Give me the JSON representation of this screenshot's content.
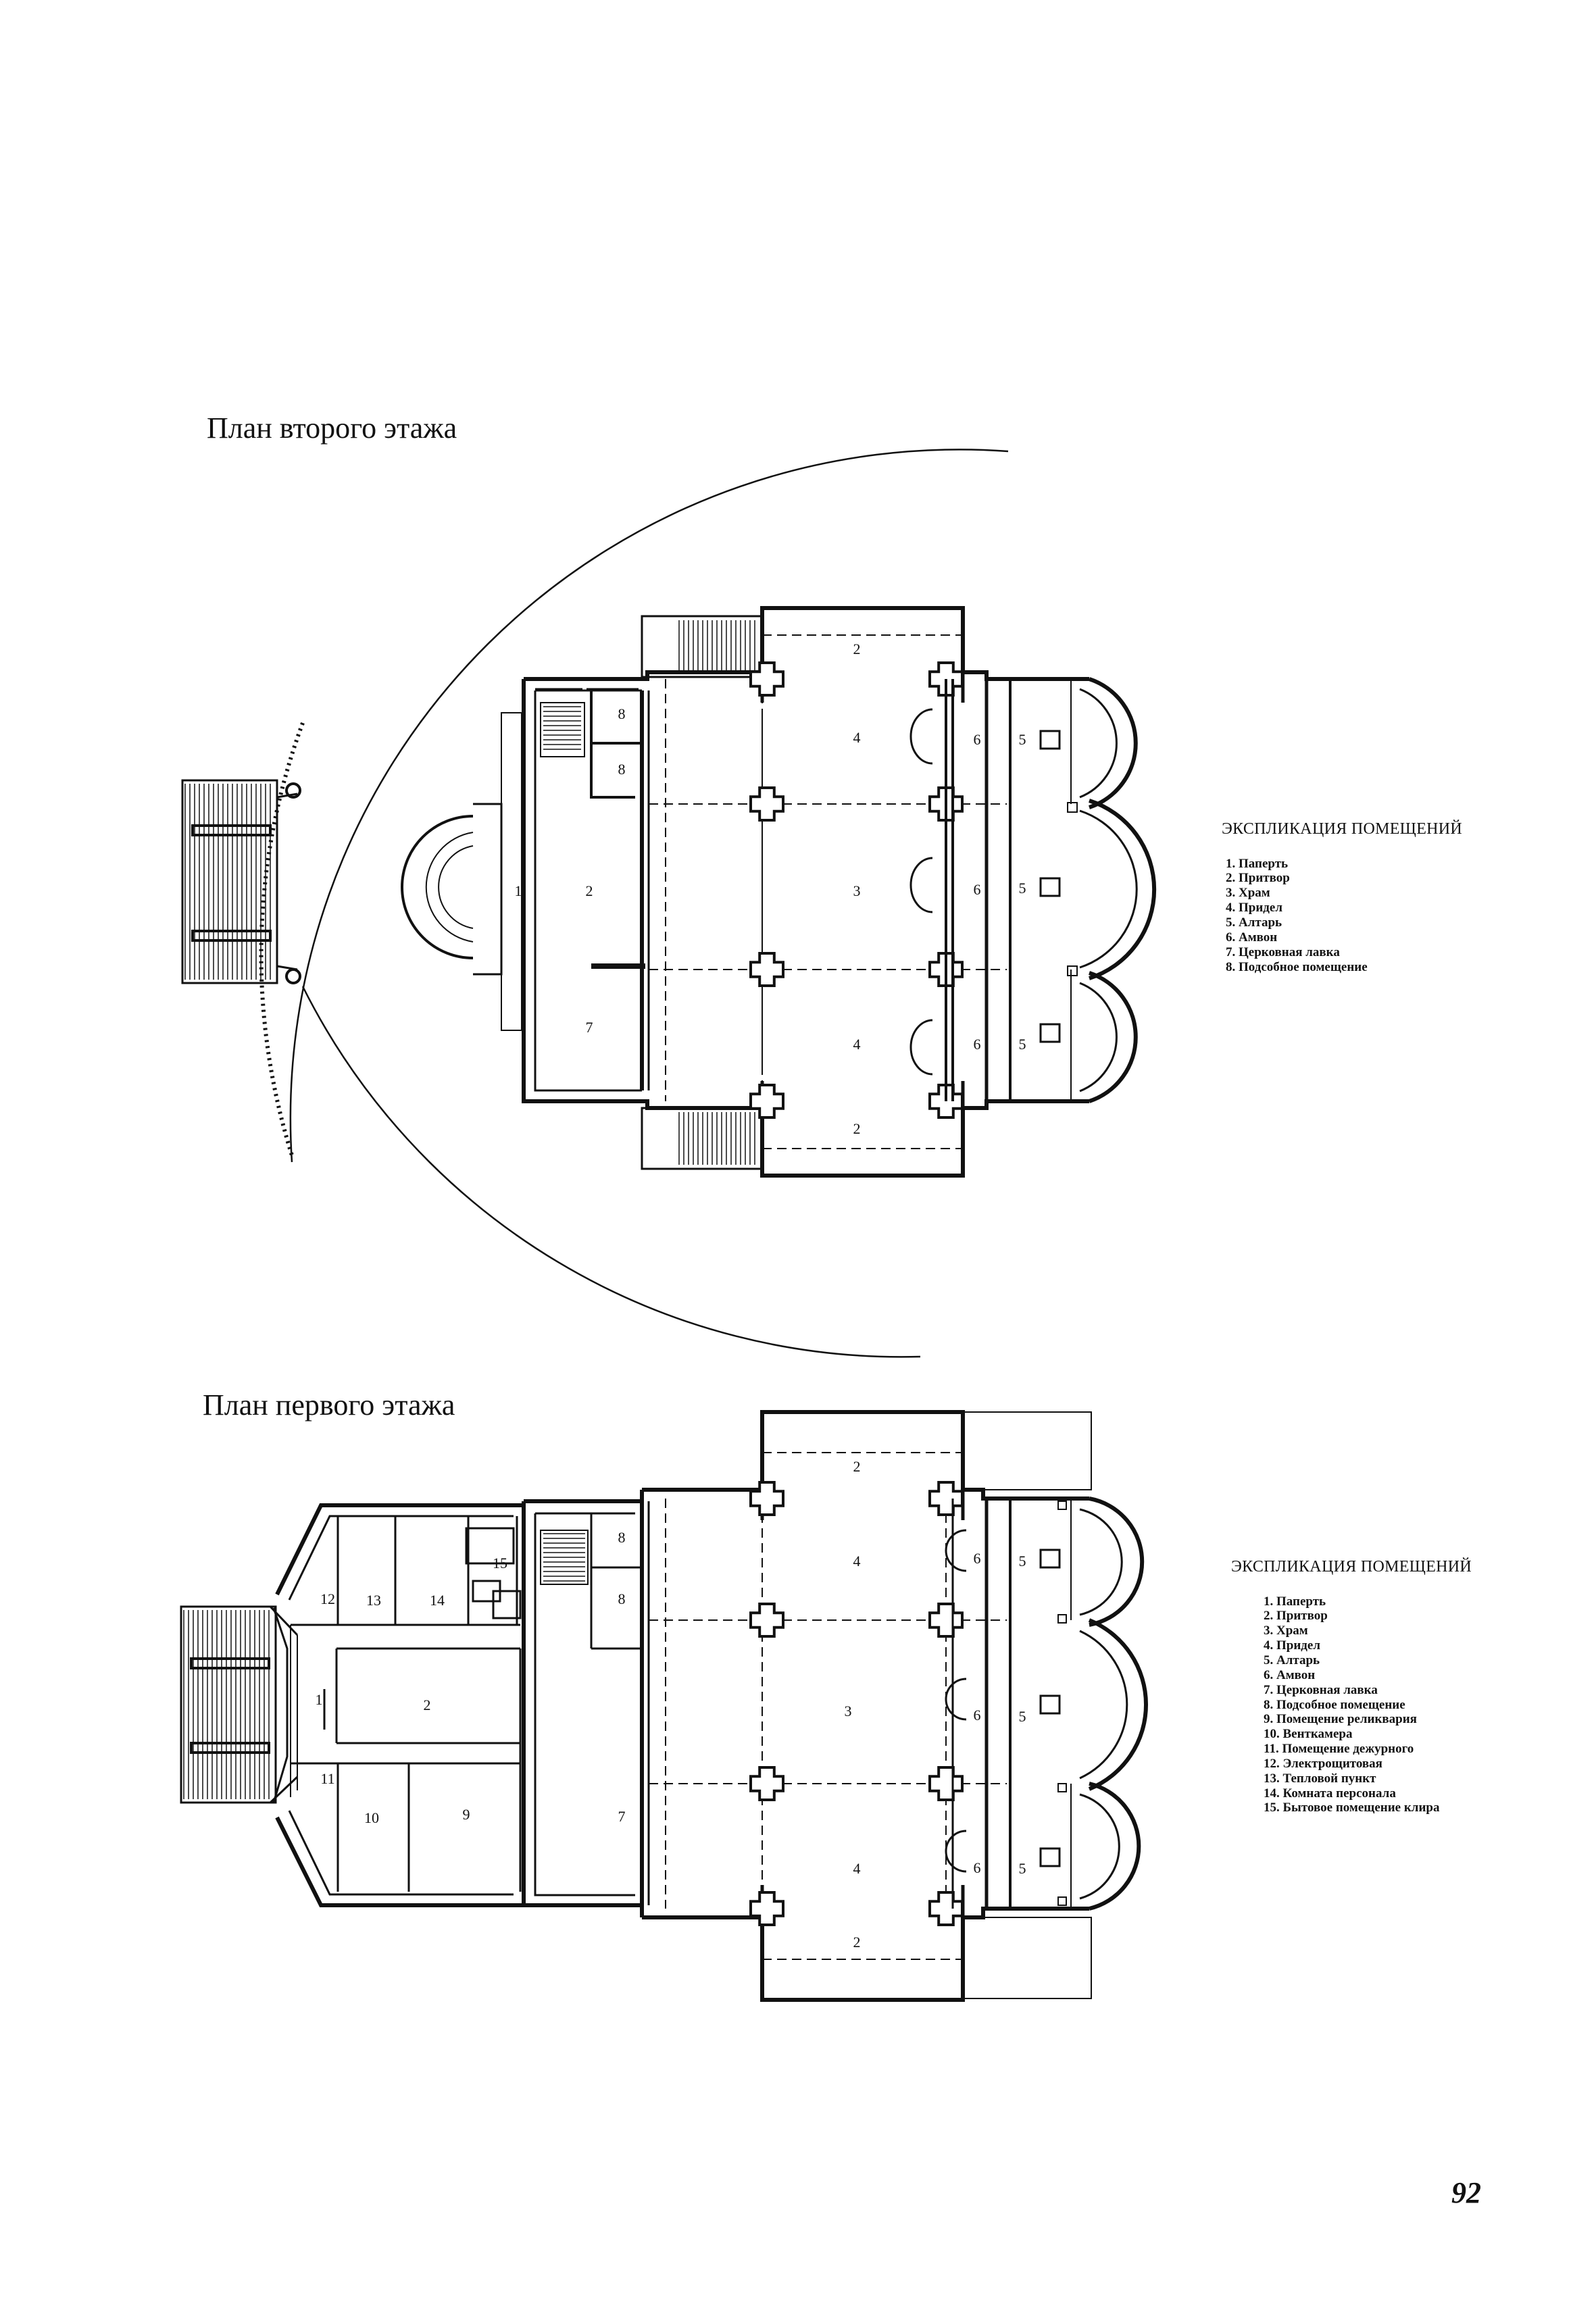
{
  "plans": {
    "second": {
      "title": "План второго этажа",
      "legend_title": "ЭКСПЛИКАЦИЯ ПОМЕЩЕНИЙ",
      "legend": [
        "1. Паперть",
        "2. Притвор",
        "3. Храм",
        "4. Придел",
        "5. Алтарь",
        "6. Амвон",
        "7. Церковная лавка",
        "8. Подсобное помещение"
      ],
      "room_numbers": [
        "1",
        "2",
        "3",
        "4",
        "4",
        "2",
        "2",
        "5",
        "5",
        "5",
        "6",
        "6",
        "6",
        "7",
        "8",
        "8"
      ]
    },
    "first": {
      "title": "План первого этажа",
      "legend_title": "ЭКСПЛИКАЦИЯ ПОМЕЩЕНИЙ",
      "legend": [
        "1. Паперть",
        "2. Притвор",
        "3. Храм",
        "4. Придел",
        "5. Алтарь",
        "6. Амвон",
        "7. Церковная лавка",
        "8. Подсобное помещение",
        "9. Помещение реликвария",
        "10. Венткамера",
        "11. Помещение дежурного",
        "12. Электрощитовая",
        "13. Тепловой пункт",
        "14. Комната персонала",
        "15. Бытовое помещение клира"
      ],
      "room_numbers": [
        "1",
        "2",
        "3",
        "4",
        "4",
        "2",
        "2",
        "5",
        "5",
        "5",
        "6",
        "6",
        "6",
        "7",
        "8",
        "8",
        "9",
        "10",
        "11",
        "12",
        "13",
        "14",
        "15"
      ]
    }
  },
  "page_number": "92"
}
